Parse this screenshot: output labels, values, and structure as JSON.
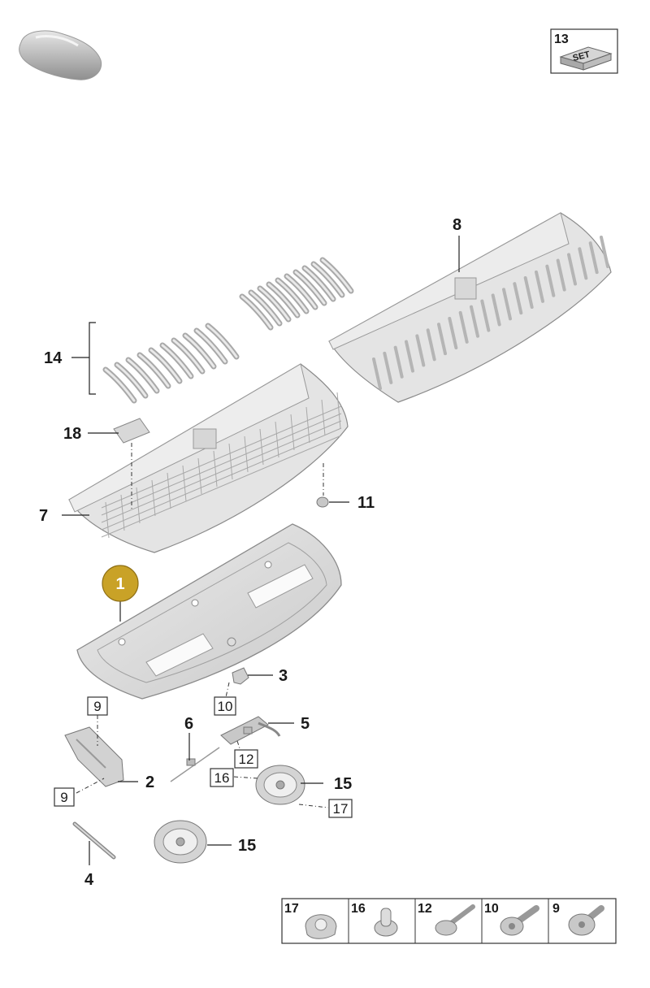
{
  "badge": {
    "number": "13",
    "text": "SET"
  },
  "highlight": {
    "number": "1",
    "color": "#c9a227"
  },
  "callouts": [
    {
      "id": "8",
      "text": "8"
    },
    {
      "id": "14",
      "text": "14"
    },
    {
      "id": "18",
      "text": "18"
    },
    {
      "id": "7",
      "text": "7"
    },
    {
      "id": "11",
      "text": "11"
    },
    {
      "id": "3",
      "text": "3"
    },
    {
      "id": "5",
      "text": "5"
    },
    {
      "id": "6",
      "text": "6"
    },
    {
      "id": "2",
      "text": "2"
    },
    {
      "id": "15a",
      "text": "15"
    },
    {
      "id": "15b",
      "text": "15"
    },
    {
      "id": "4",
      "text": "4"
    }
  ],
  "boxed_callouts": [
    {
      "id": "10",
      "text": "10"
    },
    {
      "id": "9a",
      "text": "9"
    },
    {
      "id": "9b",
      "text": "9"
    },
    {
      "id": "12",
      "text": "12"
    },
    {
      "id": "16",
      "text": "16"
    },
    {
      "id": "17",
      "text": "17"
    }
  ],
  "fastener_table": [
    {
      "label": "17",
      "icon": "clip-nut-icon"
    },
    {
      "label": "16",
      "icon": "push-clip-icon"
    },
    {
      "label": "12",
      "icon": "long-bolt-icon"
    },
    {
      "label": "10",
      "icon": "torx-bolt-icon"
    },
    {
      "label": "9",
      "icon": "pan-head-screw-icon"
    }
  ]
}
